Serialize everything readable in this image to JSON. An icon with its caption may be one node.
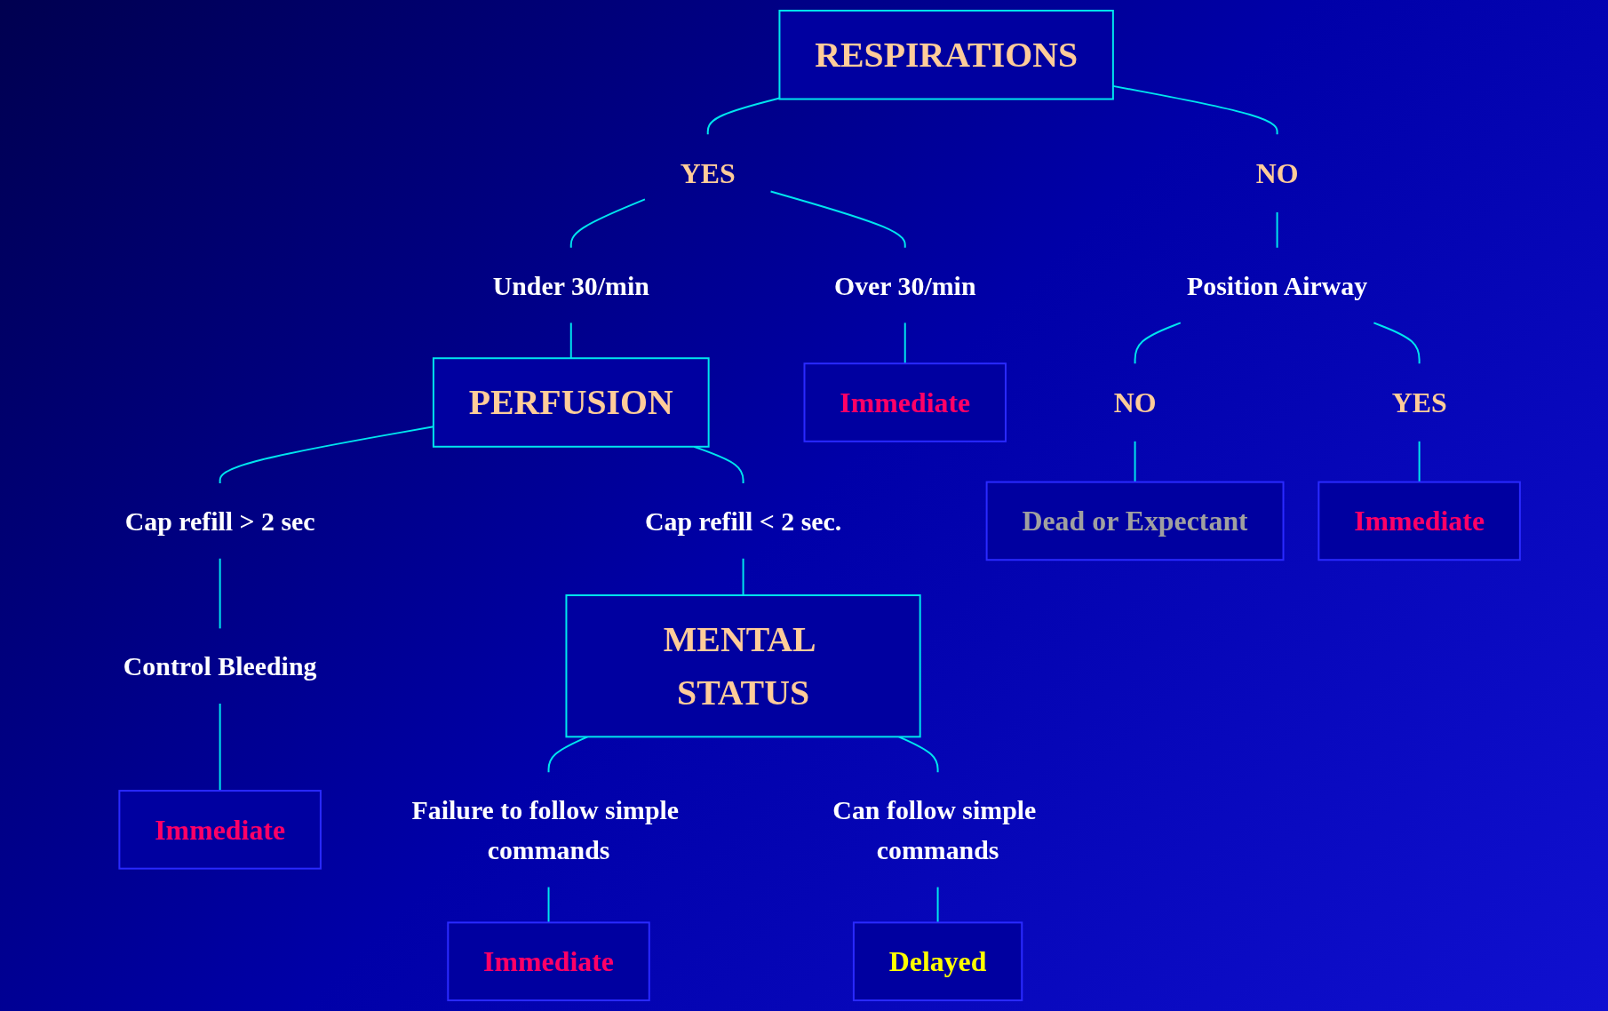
{
  "diagram": {
    "nodes": [
      {
        "text": [
          "RESPIRATIONS"
        ]
      },
      {
        "text": [
          "YES"
        ]
      },
      {
        "text": [
          "Under 30/min"
        ]
      },
      {
        "text": [
          "PERFUSION"
        ]
      },
      {
        "text": [
          "NO"
        ]
      },
      {
        "text": [
          "Over 30/min"
        ]
      },
      {
        "text": [
          "Position Airway"
        ]
      },
      {
        "text": [
          "Immediate"
        ]
      },
      {
        "text": [
          "Cap refill > 2 sec"
        ]
      },
      {
        "text": [
          "Cap refill < 2 sec."
        ]
      },
      {
        "text": [
          "NO"
        ]
      },
      {
        "text": [
          "YES"
        ]
      },
      {
        "text": [
          "Control Bleeding"
        ]
      },
      {
        "text": [
          "MENTAL STATUS"
        ]
      },
      {
        "text": [
          "Dead or Expectant"
        ]
      },
      {
        "text": [
          "Immediate"
        ]
      },
      {
        "text": [
          "Immediate"
        ]
      },
      {
        "text": [
          "Failure to follow simple commands"
        ]
      },
      {
        "text": [
          "Can follow simple commands"
        ]
      },
      {
        "text": [
          "Immediate"
        ]
      },
      {
        "text": [
          "Delayed"
        ]
      }
    ],
    "edges": [
      {
        "from": 0,
        "to": 1,
        "arrow": "none"
      },
      {
        "from": 1,
        "to": 2,
        "arrow": "none"
      },
      {
        "from": 2,
        "to": 3,
        "arrow": "none"
      },
      {
        "from": 0,
        "to": 4,
        "arrow": "none"
      },
      {
        "from": 1,
        "to": 5,
        "arrow": "none"
      },
      {
        "from": 4,
        "to": 6,
        "arrow": "none"
      },
      {
        "from": 5,
        "to": 7,
        "arrow": "none"
      },
      {
        "from": 3,
        "to": 8,
        "arrow": "none"
      },
      {
        "from": 3,
        "to": 9,
        "arrow": "none"
      },
      {
        "from": 6,
        "to": 10,
        "arrow": "none"
      },
      {
        "from": 6,
        "to": 11,
        "arrow": "none"
      },
      {
        "from": 8,
        "to": 12,
        "arrow": "none"
      },
      {
        "from": 9,
        "to": 13,
        "arrow": "none"
      },
      {
        "from": 10,
        "to": 14,
        "arrow": "none"
      },
      {
        "from": 11,
        "to": 15,
        "arrow": "none"
      },
      {
        "from": 12,
        "to": 16,
        "arrow": "none"
      },
      {
        "from": 13,
        "to": 17,
        "arrow": "none"
      },
      {
        "from": 13,
        "to": 18,
        "arrow": "none"
      },
      {
        "from": 17,
        "to": 19,
        "arrow": "none"
      },
      {
        "from": 18,
        "to": 20,
        "arrow": "none"
      }
    ]
  }
}
